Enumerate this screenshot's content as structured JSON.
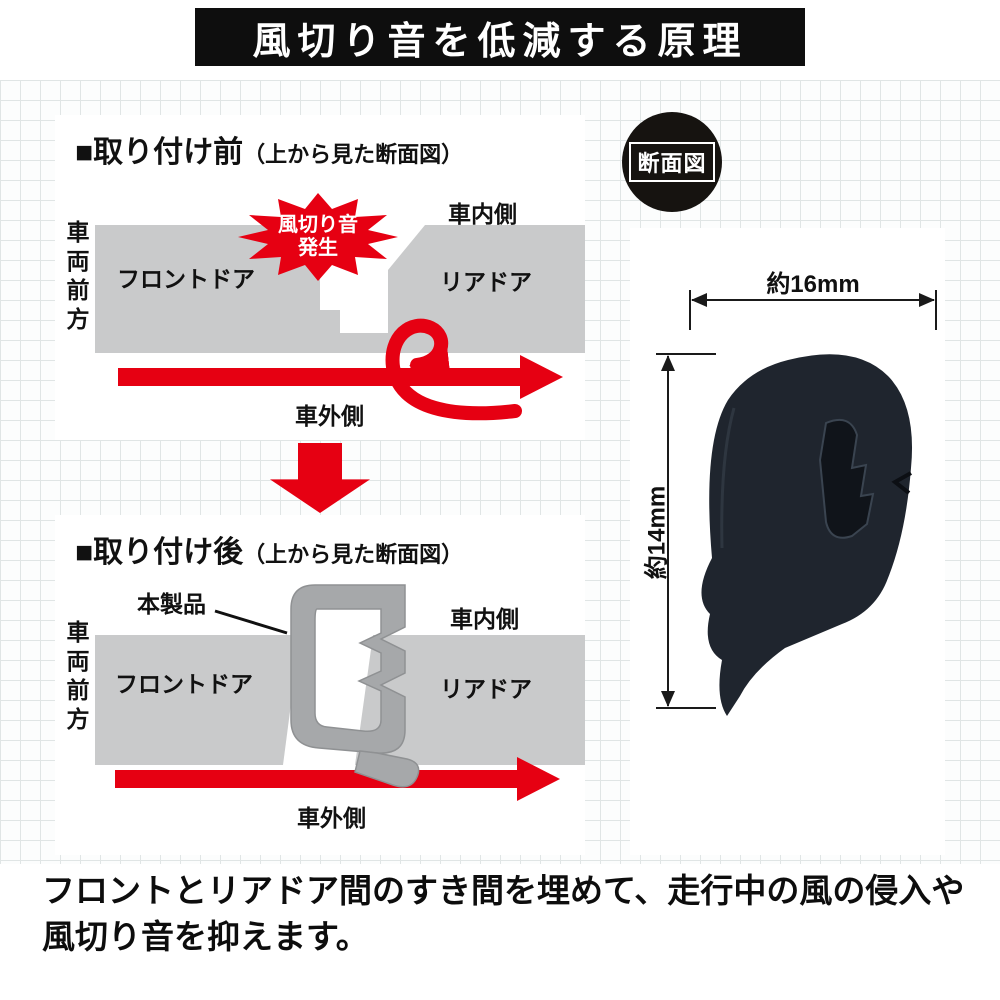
{
  "banner": {
    "title": "風切り音を低減する原理"
  },
  "before_panel": {
    "heading_main": "■取り付け前",
    "heading_sub": "（上から見た断面図）",
    "vehicle_front": "車両前方",
    "interior": "車内側",
    "front_door": "フロントドア",
    "rear_door": "リアドア",
    "burst_line1": "風切り音",
    "burst_line2": "発生",
    "exterior": "車外側"
  },
  "after_panel": {
    "heading_main": "■取り付け後",
    "heading_sub": "（上から見た断面図）",
    "vehicle_front": "車両前方",
    "product": "本製品",
    "interior": "車内側",
    "front_door": "フロントドア",
    "rear_door": "リアドア",
    "exterior": "車外側"
  },
  "cross_section": {
    "badge": "断面図",
    "width_label": "約16mm",
    "height_label": "約14mm"
  },
  "footer": {
    "line1": "フロントとリアドア間のすき間を埋めて、走行中の風の侵入や",
    "line2": "風切り音を抑えます。"
  },
  "colors": {
    "accent_red": "#e60012",
    "door_gray": "#c9cacb",
    "seal_gray": "#a6a8aa",
    "banner_bg": "#0e0e0e",
    "rubber_dark": "#1f252e"
  }
}
